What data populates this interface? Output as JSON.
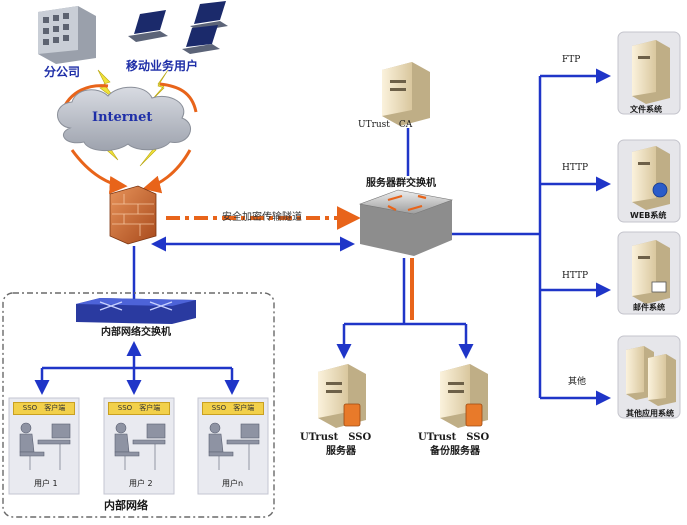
{
  "labels": {
    "branch_office": "分公司",
    "mobile_users": "移动业务用户",
    "internet": "Internet",
    "ca": "UTrust　CA",
    "server_switch": "服务器群交换机",
    "tunnel": "安全加密传输隧道",
    "internal_switch": "内部网络交换机",
    "internal_network": "内部网络",
    "sso_server_line1": "UTrust　SSO",
    "sso_server_line2": "服务器",
    "sso_backup_line1": "UTrust　SSO",
    "sso_backup_line2": "备份服务器"
  },
  "clients": [
    {
      "tag": "SSO　客户端",
      "user": "用户 1"
    },
    {
      "tag": "SSO　客户端",
      "user": "用户 2"
    },
    {
      "tag": "SSO　客户端",
      "user": "用户n"
    }
  ],
  "protocols": [
    {
      "protocol": "FTP",
      "system": "文件系统"
    },
    {
      "protocol": "HTTP",
      "system": "WEB系统"
    },
    {
      "protocol": "HTTP",
      "system": "邮件系统"
    },
    {
      "protocol": "其他",
      "system": "其他应用系统"
    }
  ],
  "colors": {
    "link_blue": "#1f35c8",
    "tunnel_orange": "#e8641a",
    "cloud_gray": "#b8bcc6",
    "firewall_orange": "#c8652c",
    "lightning_yellow": "#f0e23a"
  }
}
